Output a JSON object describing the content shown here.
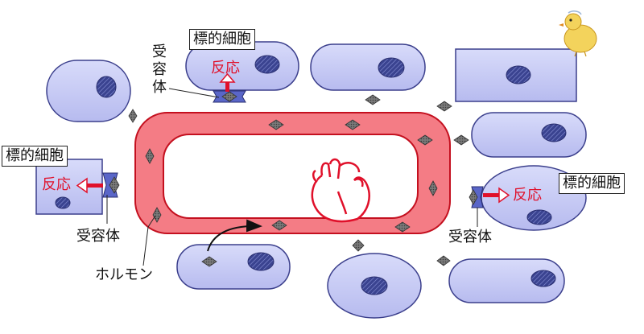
{
  "labels": {
    "target_cell": "標的細胞",
    "receptor": "受容体",
    "receptor_vertical": "受容体",
    "reaction": "反応",
    "hormone": "ホルモン"
  },
  "colors": {
    "cell_fill": "#c9ccf4",
    "cell_stroke": "#3b3f8c",
    "nucleus_fill": "#3a4390",
    "vessel_fill": "#f47c85",
    "vessel_stroke": "#c4101f",
    "heart_stroke": "#e0102a",
    "reaction_red": "#e0102a",
    "hormone_fill": "#6e6e6e",
    "receptor_fill": "#5a66c8"
  },
  "icons": [
    "heart-icon",
    "chick-icon",
    "hormone-diamond-icon",
    "receptor-icon",
    "arrow-icon"
  ]
}
